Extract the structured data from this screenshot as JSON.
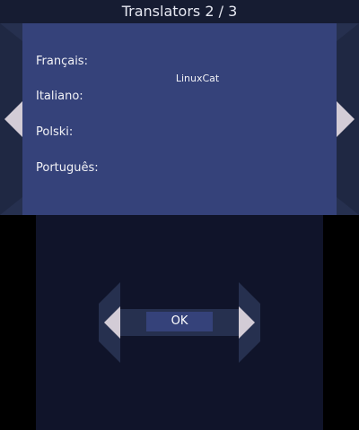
{
  "header": {
    "title": "Translators 2 / 3"
  },
  "languages": [
    {
      "label": "Français:",
      "translator": "LinuxCat"
    },
    {
      "label": "Italiano:",
      "translator": ""
    },
    {
      "label": "Polski:",
      "translator": ""
    },
    {
      "label": "Português:",
      "translator": ""
    }
  ],
  "dialog": {
    "ok_label": "OK"
  },
  "colors": {
    "frame": "#26304f",
    "panel": "#35427a",
    "title_bar": "#161c32",
    "arrow": "#d3ccd6",
    "bottom_background": "#10142a"
  },
  "icons": {
    "prev_page": "left-arrow-icon",
    "next_page": "right-arrow-icon"
  }
}
